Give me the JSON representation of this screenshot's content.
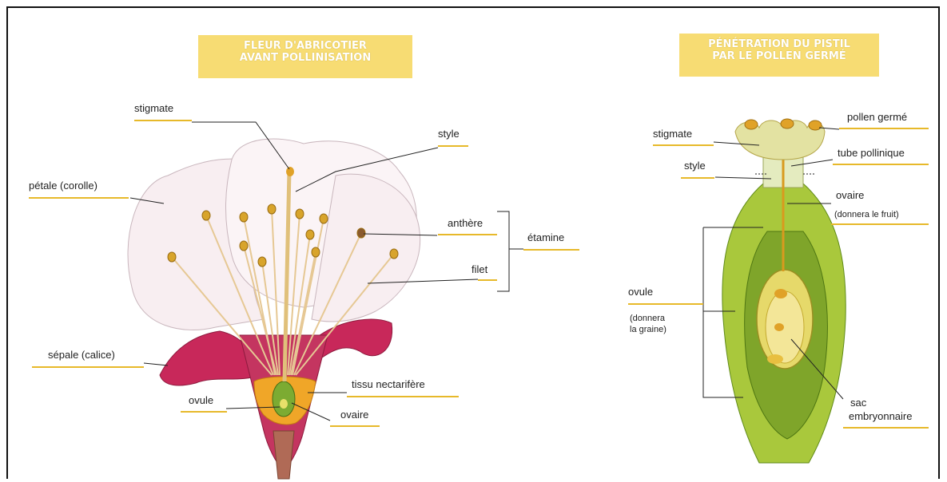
{
  "left": {
    "title_line1": "FLEUR D'ABRICOTIER",
    "title_line2": "AVANT POLLINISATION",
    "labels": {
      "stigmate": "stigmate",
      "style": "style",
      "petale": "pétale (corolle)",
      "anthere": "anthère",
      "etamine": "étamine",
      "filet": "filet",
      "sepale": "sépale (calice)",
      "tissu": "tissu nectarifère",
      "ovule": "ovule",
      "ovaire": "ovaire"
    }
  },
  "right": {
    "title_line1": "PÉNÉTRATION DU PISTIL",
    "title_line2": "PAR LE POLLEN GERMÉ",
    "labels": {
      "pollen_germe": "pollen germé",
      "stigmate": "stigmate",
      "tube": "tube pollinique",
      "style": "style",
      "ovaire": "ovaire",
      "ovaire_note": "(donnera le fruit)",
      "ovule": "ovule",
      "ovule_note1": "(donnera",
      "ovule_note2": "la graine)",
      "sac1": "sac",
      "sac2": "embryonnaire"
    }
  },
  "colors": {
    "accent": "#e7b92a",
    "title_bg": "#f7dc73",
    "petal": "#f8eef1",
    "sepal": "#c8285a",
    "pistil_green": "#8fba2e"
  }
}
